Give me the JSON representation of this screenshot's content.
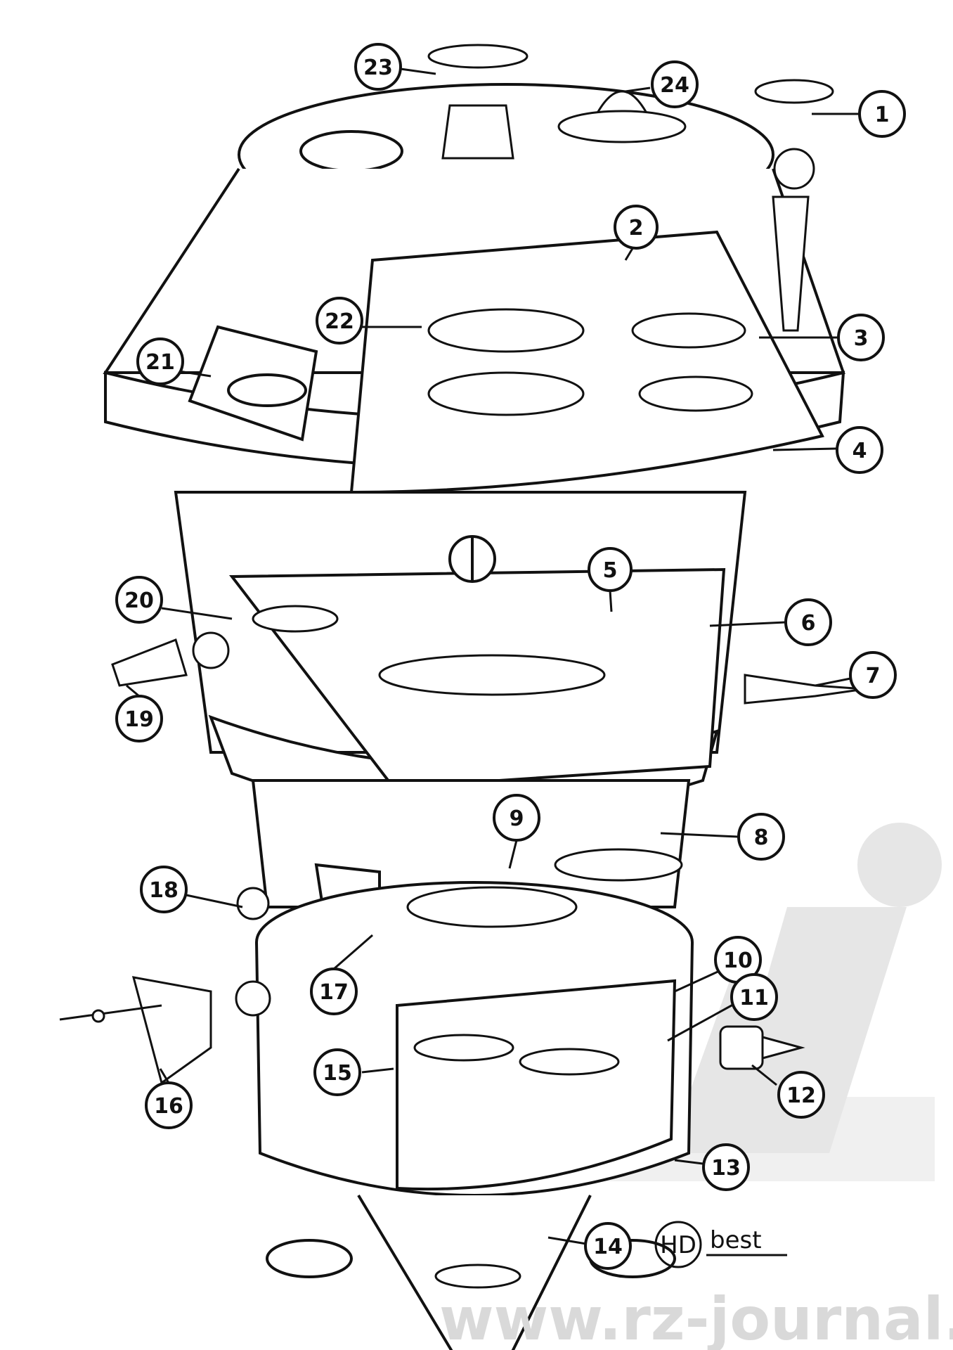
{
  "labels": [
    "1",
    "2",
    "3",
    "4",
    "5",
    "6",
    "7",
    "8",
    "9",
    "10",
    "11",
    "12",
    "13",
    "14",
    "15",
    "16",
    "17",
    "18",
    "19",
    "20",
    "21",
    "22",
    "23",
    "24"
  ],
  "signature": {
    "initials": "HD",
    "name": "best"
  },
  "watermark": {
    "text": "www.rz-journal.de",
    "color": "#d9d9d9"
  },
  "colors": {
    "line": "#111111",
    "background": "#ffffff"
  }
}
